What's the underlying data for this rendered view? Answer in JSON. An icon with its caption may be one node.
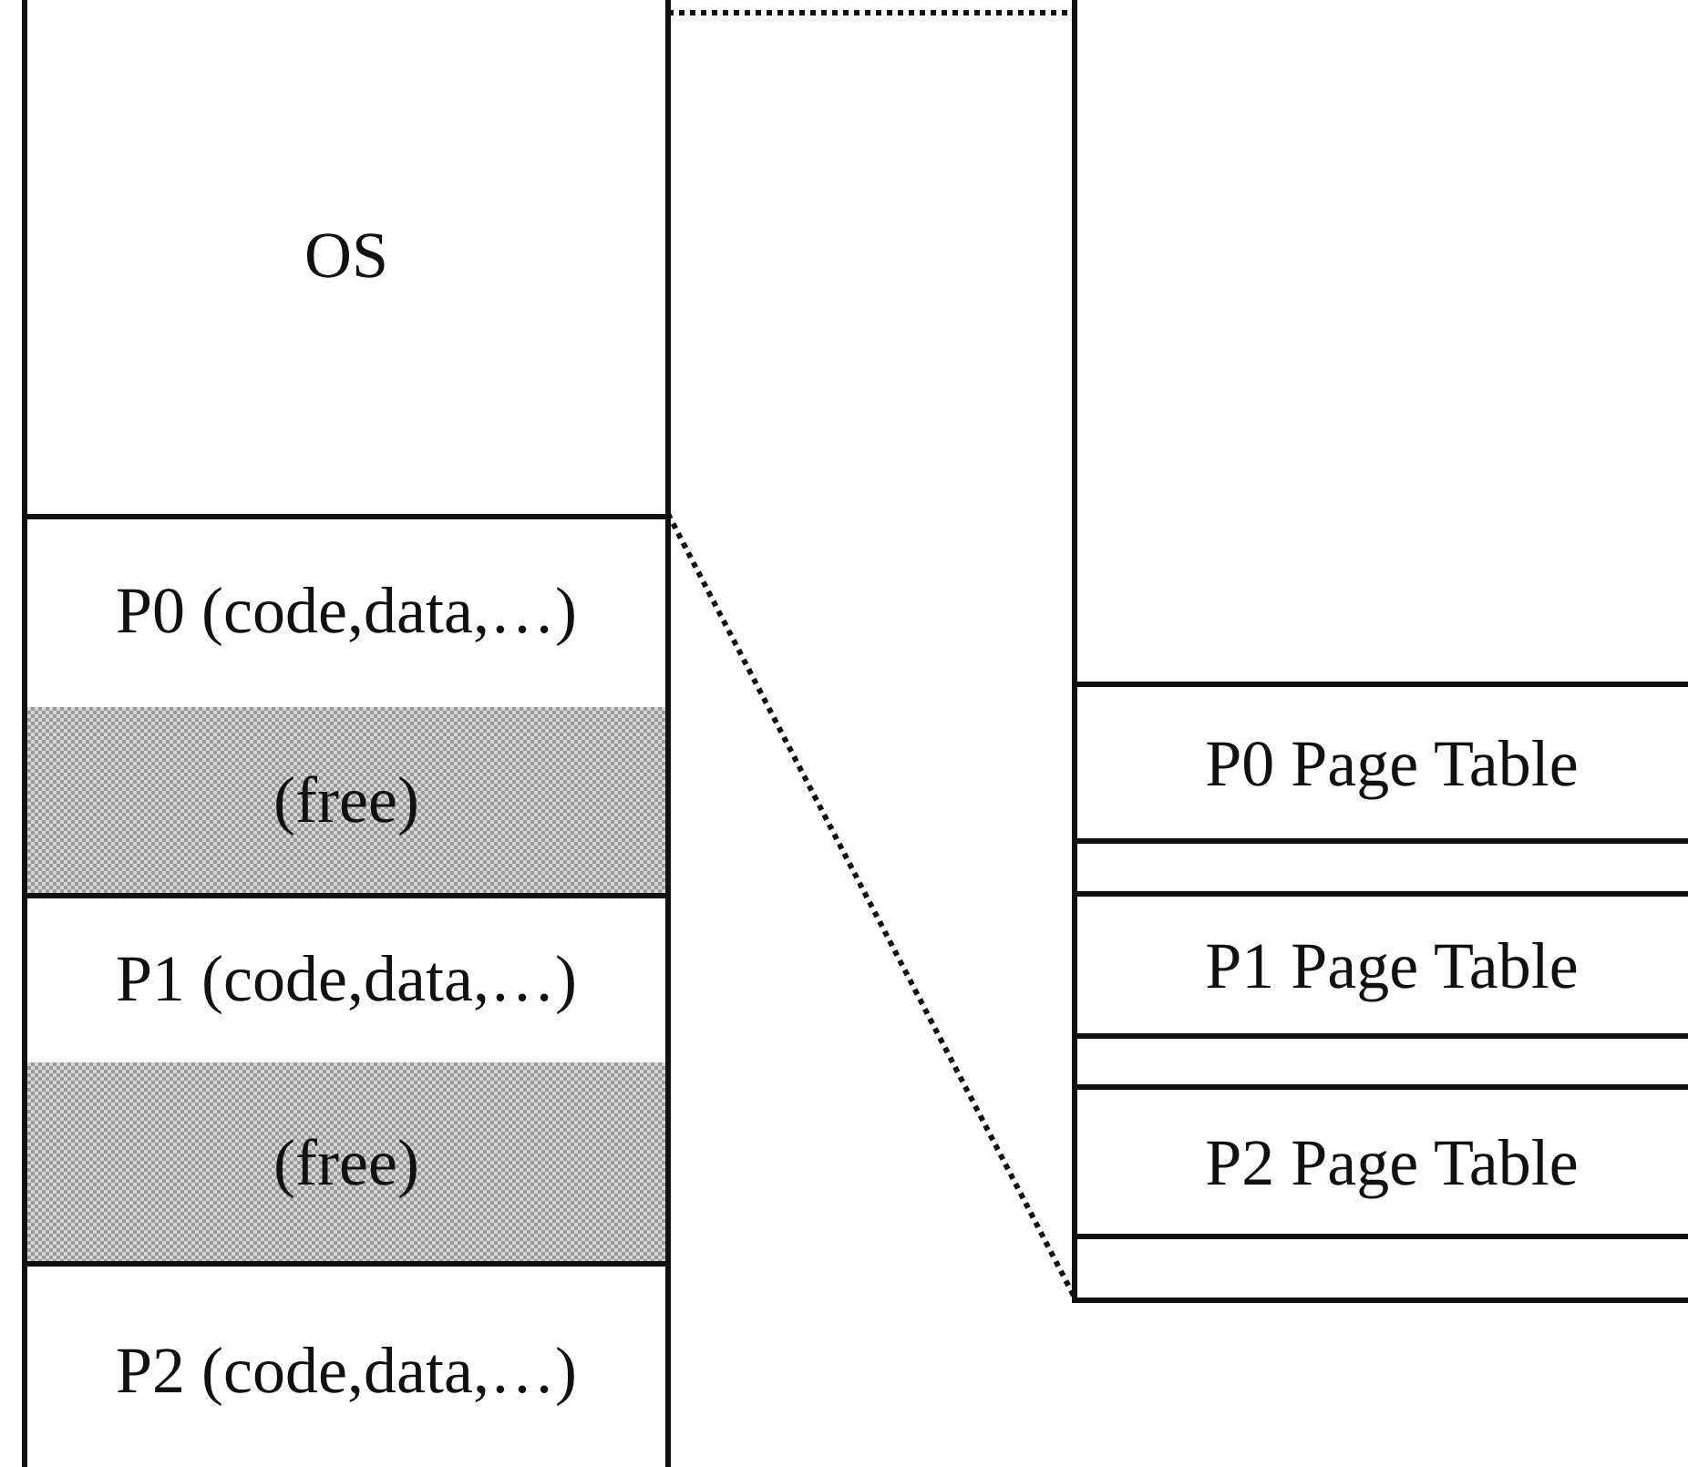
{
  "diagram": {
    "nodes": [
      {
        "text": [
          "OS"
        ]
      },
      {
        "text": [
          "P0 (code,data,…)"
        ]
      },
      {
        "text": [
          "(free)"
        ]
      },
      {
        "text": [
          "P1 (code,data,…)"
        ]
      },
      {
        "text": [
          "(free)"
        ]
      },
      {
        "text": [
          "P2 (code,data,…)"
        ]
      },
      {
        "text": [],
        "shape": "box"
      },
      {
        "text": [
          "P0 Page Table"
        ],
        "in": 6
      },
      {
        "text": [
          "P1 Page Table"
        ],
        "in": 6
      },
      {
        "text": [
          "P2 Page Table"
        ],
        "in": 6
      }
    ],
    "edges": [
      {
        "from": 0,
        "to": 6,
        "arrow": "none",
        "style": "dashed"
      },
      {
        "from": 0,
        "to": 6,
        "arrow": "none",
        "style": "dashed"
      }
    ]
  }
}
